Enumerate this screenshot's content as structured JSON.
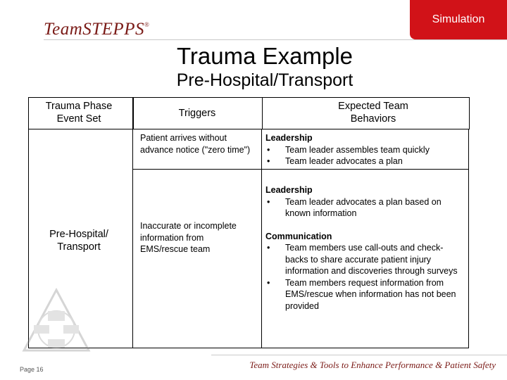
{
  "header": {
    "logo": "TeamSTEPPS",
    "logo_mark": "®",
    "section_tab": "Simulation"
  },
  "slide": {
    "title": "Trauma Example",
    "subtitle": "Pre-Hospital/Transport"
  },
  "table": {
    "headers": {
      "phase": "Trauma Phase Event Set",
      "triggers": "Triggers",
      "behaviors": "Expected Team Behaviors"
    },
    "phase": "Pre-Hospital/ Transport",
    "rows": [
      {
        "trigger": "Patient arrives without advance notice (\"zero time\")",
        "groups": [
          {
            "heading": "Leadership",
            "items": [
              "Team leader assembles team quickly",
              "Team leader advocates a plan"
            ]
          }
        ]
      },
      {
        "trigger": "Inaccurate or incomplete information from EMS/rescue team",
        "groups": [
          {
            "heading": "Leadership",
            "items": [
              "Team leader advocates a plan based on known information"
            ]
          },
          {
            "heading": "Communication",
            "items": [
              "Team members use call-outs and check-backs to share accurate patient injury information and discoveries through surveys",
              "Team members request information from EMS/rescue when information has not been provided"
            ]
          }
        ]
      }
    ]
  },
  "footer": {
    "page": "Page 16",
    "tagline": "Team Strategies & Tools to Enhance Performance & Patient Safety"
  },
  "colors": {
    "tab_red": "#d11218",
    "brand_maroon": "#7a1a16"
  }
}
